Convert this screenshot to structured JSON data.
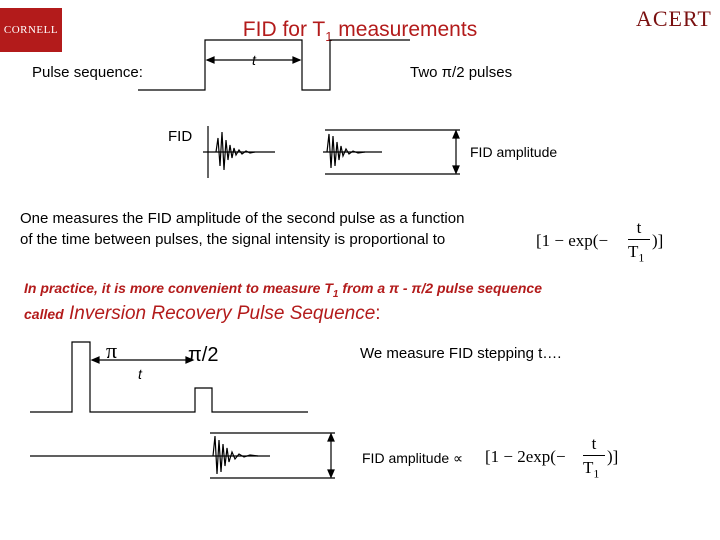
{
  "logos": {
    "cornell": "CORNELL",
    "acert": "ACERT"
  },
  "title": {
    "main": "FID for T",
    "sub": "1",
    "rest": " measurements"
  },
  "top": {
    "pulse_sequence_label": "Pulse sequence:",
    "t_label": "t",
    "two_pulses_label": "Two π/2 pulses",
    "fid_label": "FID",
    "fid_amplitude_label": "FID amplitude"
  },
  "text": {
    "line1": "One measures the FID amplitude of the second pulse as a function",
    "line2": "of the time between pulses, the signal intensity is proportional to",
    "formula1": {
      "open": "[1 − exp(−",
      "num": "t",
      "den": "T",
      "den_sub": "1",
      "close": ")]"
    },
    "practice_part1": "In practice, it is more convenient to measure T",
    "practice_sub": "1",
    "practice_part2": " from a π - π/2 pulse sequence",
    "called": "called",
    "ir_name": " Inversion Recovery Pulse Sequence",
    "colon": ":"
  },
  "bottom": {
    "pi_label": "π",
    "t_label": "t",
    "pi2_label": "π/2",
    "we_measure": "We measure FID stepping t….",
    "fid_amp_label": "FID amplitude ∝",
    "formula2": {
      "open": "[1 − 2exp(−",
      "num": "t",
      "den": "T",
      "den_sub": "1",
      "close": ")]"
    }
  }
}
